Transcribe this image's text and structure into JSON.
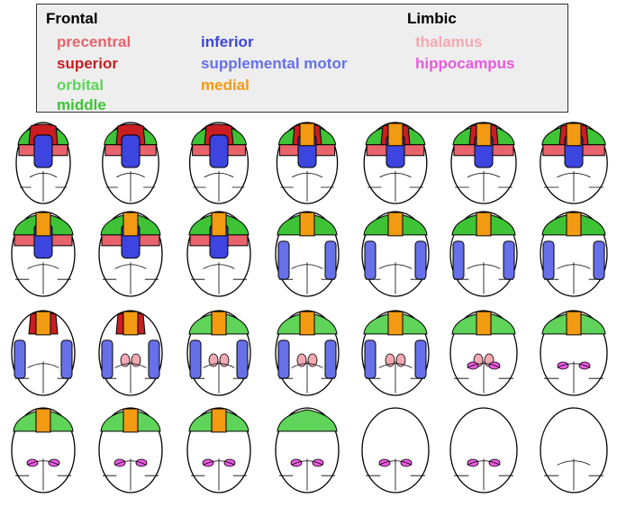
{
  "legend": {
    "frontal_title": "Frontal",
    "limbic_title": "Limbic",
    "entries": [
      {
        "label": "precentral",
        "color": "#e8636b"
      },
      {
        "label": "superior",
        "color": "#c91d22"
      },
      {
        "label": "orbital",
        "color": "#5fd35a"
      },
      {
        "label": "middle",
        "color": "#3ec337"
      },
      {
        "label": "inferior",
        "color": "#3c45e0"
      },
      {
        "label": "supplemental motor",
        "color": "#6770e8"
      },
      {
        "label": "medial",
        "color": "#f29a11"
      },
      {
        "label": "thalamus",
        "color": "#f2aab4"
      },
      {
        "label": "hippocampus",
        "color": "#e85ae0"
      }
    ]
  },
  "slices": [
    [
      "precentral",
      "superior",
      "middle",
      "inferior"
    ],
    [
      "precentral",
      "superior",
      "middle",
      "inferior"
    ],
    [
      "precentral",
      "superior",
      "middle",
      "inferior"
    ],
    [
      "precentral",
      "superior",
      "middle",
      "medial",
      "inferior"
    ],
    [
      "precentral",
      "superior",
      "middle",
      "medial",
      "inferior"
    ],
    [
      "precentral",
      "superior",
      "middle",
      "medial",
      "inferior"
    ],
    [
      "precentral",
      "superior",
      "middle",
      "medial",
      "inferior"
    ],
    [
      "precentral",
      "middle",
      "medial",
      "inferior"
    ],
    [
      "precentral",
      "middle",
      "medial",
      "inferior"
    ],
    [
      "precentral",
      "middle",
      "medial",
      "inferior"
    ],
    [
      "middle",
      "medial",
      "supplemental motor"
    ],
    [
      "middle",
      "medial",
      "supplemental motor"
    ],
    [
      "middle",
      "medial",
      "supplemental motor"
    ],
    [
      "middle",
      "medial",
      "supplemental motor"
    ],
    [
      "superior",
      "medial",
      "supplemental motor"
    ],
    [
      "superior",
      "medial",
      "supplemental motor",
      "thalamus"
    ],
    [
      "orbital",
      "medial",
      "supplemental motor",
      "thalamus"
    ],
    [
      "orbital",
      "medial",
      "supplemental motor",
      "thalamus"
    ],
    [
      "orbital",
      "medial",
      "supplemental motor",
      "thalamus"
    ],
    [
      "orbital",
      "medial",
      "thalamus",
      "hippocampus"
    ],
    [
      "orbital",
      "medial",
      "hippocampus"
    ],
    [
      "orbital",
      "medial",
      "hippocampus"
    ],
    [
      "orbital",
      "medial",
      "hippocampus"
    ],
    [
      "orbital",
      "medial",
      "hippocampus"
    ],
    [
      "orbital",
      "hippocampus"
    ],
    [
      "hippocampus"
    ],
    [
      "hippocampus"
    ],
    []
  ]
}
